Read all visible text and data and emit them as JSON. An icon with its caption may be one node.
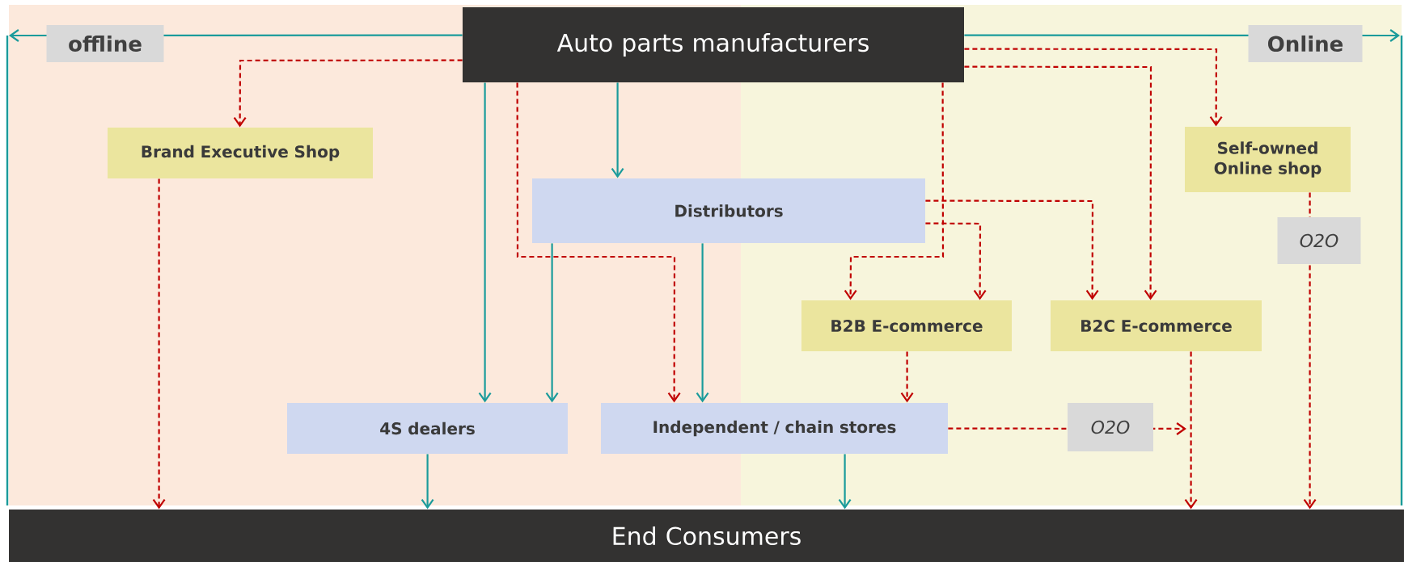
{
  "diagram": {
    "nodes": [
      {
        "text": [
          "Auto parts manufacturers"
        ]
      },
      {
        "text": [
          "Brand Executive Shop"
        ]
      },
      {
        "text": [
          "Distributors"
        ]
      },
      {
        "text": [
          "Self-owned Online shop"
        ]
      },
      {
        "text": [
          "B2B E-commerce"
        ]
      },
      {
        "text": [
          "B2C E-commerce"
        ]
      },
      {
        "text": [
          "4S dealers"
        ]
      },
      {
        "text": [
          "Independent / chain stores"
        ]
      },
      {
        "text": [
          "End Consumers"
        ]
      }
    ],
    "edges": [
      {
        "from": 0,
        "to": 6,
        "arrow": "to",
        "color": "#1a9b9b"
      },
      {
        "from": 0,
        "to": 2,
        "arrow": "to",
        "color": "#1a9b9b"
      },
      {
        "from": 2,
        "to": 6,
        "arrow": "to",
        "color": "#1a9b9b"
      },
      {
        "from": 2,
        "to": 7,
        "arrow": "to",
        "color": "#1a9b9b"
      },
      {
        "from": 6,
        "to": 8,
        "arrow": "to",
        "color": "#1a9b9b"
      },
      {
        "from": 7,
        "to": 8,
        "arrow": "to",
        "color": "#1a9b9b"
      },
      {
        "from": 0,
        "to": null,
        "arrow": "to",
        "label": "offline",
        "color": "#1a9b9b"
      },
      {
        "from": 0,
        "to": null,
        "arrow": "to",
        "label": "Online",
        "color": "#1a9b9b"
      },
      {
        "from": 0,
        "to": 1,
        "arrow": "to",
        "style": "dashed"
      },
      {
        "from": 0,
        "to": 7,
        "arrow": "to",
        "style": "dashed"
      },
      {
        "from": 0,
        "to": 4,
        "arrow": "to",
        "style": "dashed"
      },
      {
        "from": 0,
        "to": 5,
        "arrow": "to",
        "style": "dashed"
      },
      {
        "from": 0,
        "to": 3,
        "arrow": "to",
        "style": "dashed"
      },
      {
        "from": 1,
        "to": 8,
        "arrow": "to",
        "style": "dashed"
      },
      {
        "from": 2,
        "to": 4,
        "arrow": "to",
        "style": "dashed"
      },
      {
        "from": 2,
        "to": 5,
        "arrow": "to",
        "style": "dashed"
      },
      {
        "from": 4,
        "to": 7,
        "arrow": "to",
        "style": "dashed"
      },
      {
        "from": 7,
        "to": null,
        "arrow": "to",
        "label": "O2O",
        "style": "dashed"
      },
      {
        "from": 5,
        "to": 8,
        "arrow": "to",
        "style": "dashed"
      },
      {
        "from": 3,
        "to": 8,
        "arrow": "to",
        "label": "O2O",
        "style": "dashed"
      }
    ]
  }
}
